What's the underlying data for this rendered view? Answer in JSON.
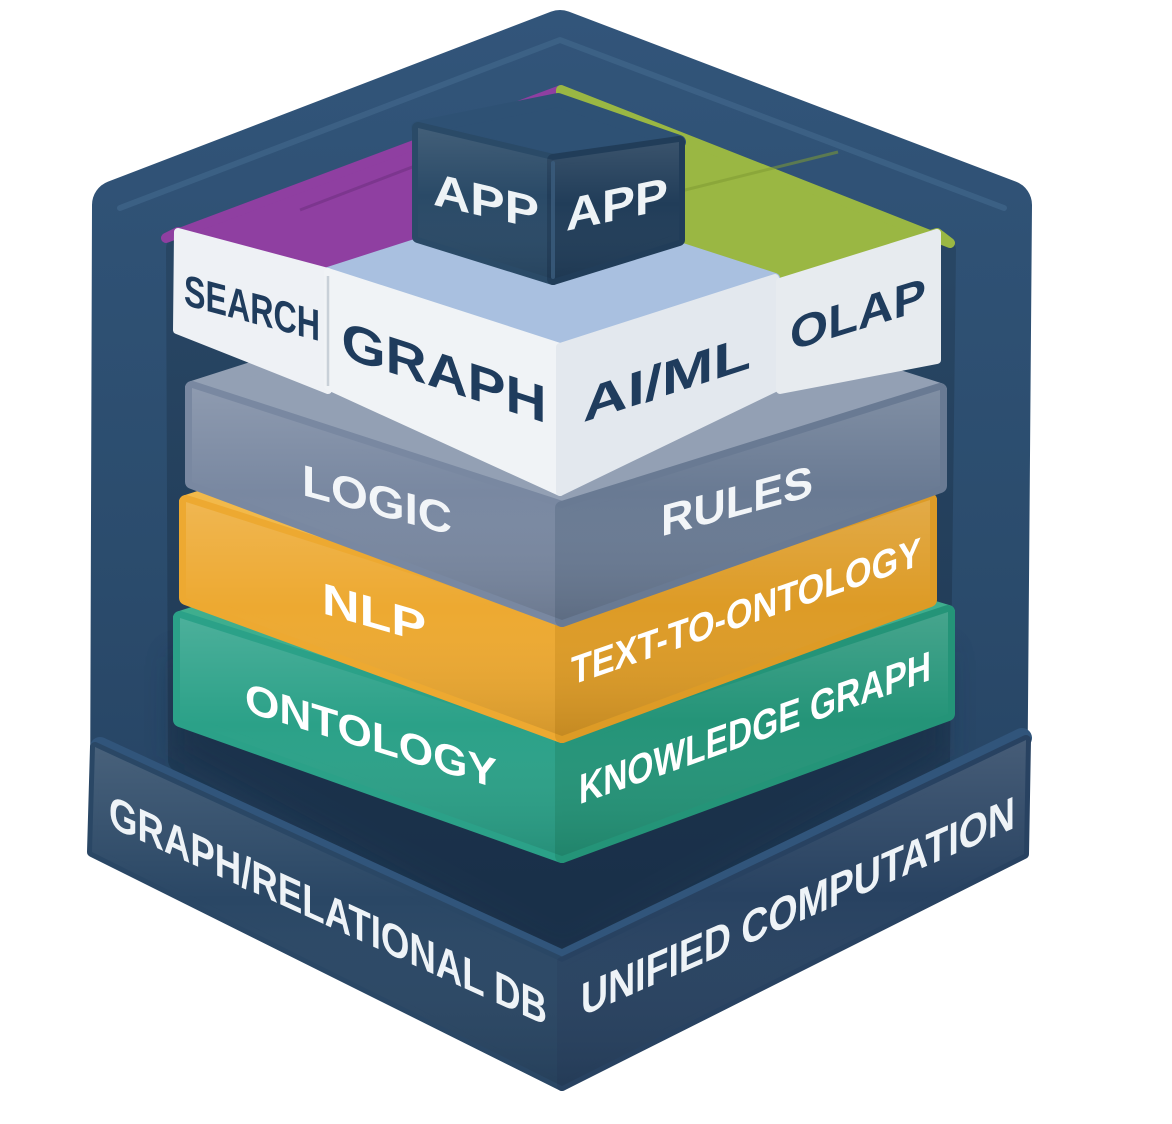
{
  "diagram": {
    "container": {
      "left_label": "GRAPH/RELATIONAL DB",
      "right_label": "UNIFIED COMPUTATION",
      "shell_color": "#2b4c6d",
      "shell_dark": "#233d5c",
      "rim_color": "#32557a",
      "interior_color": "#2b4a69",
      "interior_bottom_color": "#1d3650",
      "bevel_color": "#31557b",
      "base_left_color": "#2a4765",
      "base_right_color": "#284261",
      "label_color": "#eef3f7"
    },
    "app_cube": {
      "left_label": "APP",
      "right_label": "APP",
      "top_color": "#2e5174",
      "left_color": "#2a4a67",
      "right_color": "#213d59",
      "label_color": "#eef3f6"
    },
    "blocks": {
      "search": {
        "label": "SEARCH",
        "top_color": "#8f3fa1",
        "seam_color": "#6e2f80",
        "face_color": "#eef1f5",
        "label_color": "#1f3c5d"
      },
      "graph": {
        "label": "GRAPH",
        "top_color": "#a9c0e0",
        "face_color": "#f0f3f6",
        "label_color": "#1f3c5d"
      },
      "aiml": {
        "label": "AI/ML",
        "face_color": "#e3e8ee",
        "label_color": "#1f3c5d"
      },
      "olap": {
        "label": "OLAP",
        "top_color": "#9ab743",
        "seam_color": "#7f9a33",
        "face_color": "#e7ebef",
        "label_color": "#1f3c5d"
      }
    },
    "layers": [
      {
        "left_label": "LOGIC",
        "right_label": "RULES",
        "top_color": "#93a0b4",
        "left_color": "#7988a1",
        "right_color": "#697a93",
        "label_color": "#f2f5f8"
      },
      {
        "left_label": "NLP",
        "right_label": "TEXT-TO-ONTOLOGY",
        "top_color": "#f2b94a",
        "left_color": "#eda931",
        "right_color": "#dd9b26",
        "label_color": "#ffffff"
      },
      {
        "left_label": "ONTOLOGY",
        "right_label": "KNOWLEDGE GRAPH",
        "top_color": "#3fae8e",
        "left_color": "#2ba188",
        "right_color": "#249478",
        "label_color": "#ffffff"
      }
    ]
  }
}
